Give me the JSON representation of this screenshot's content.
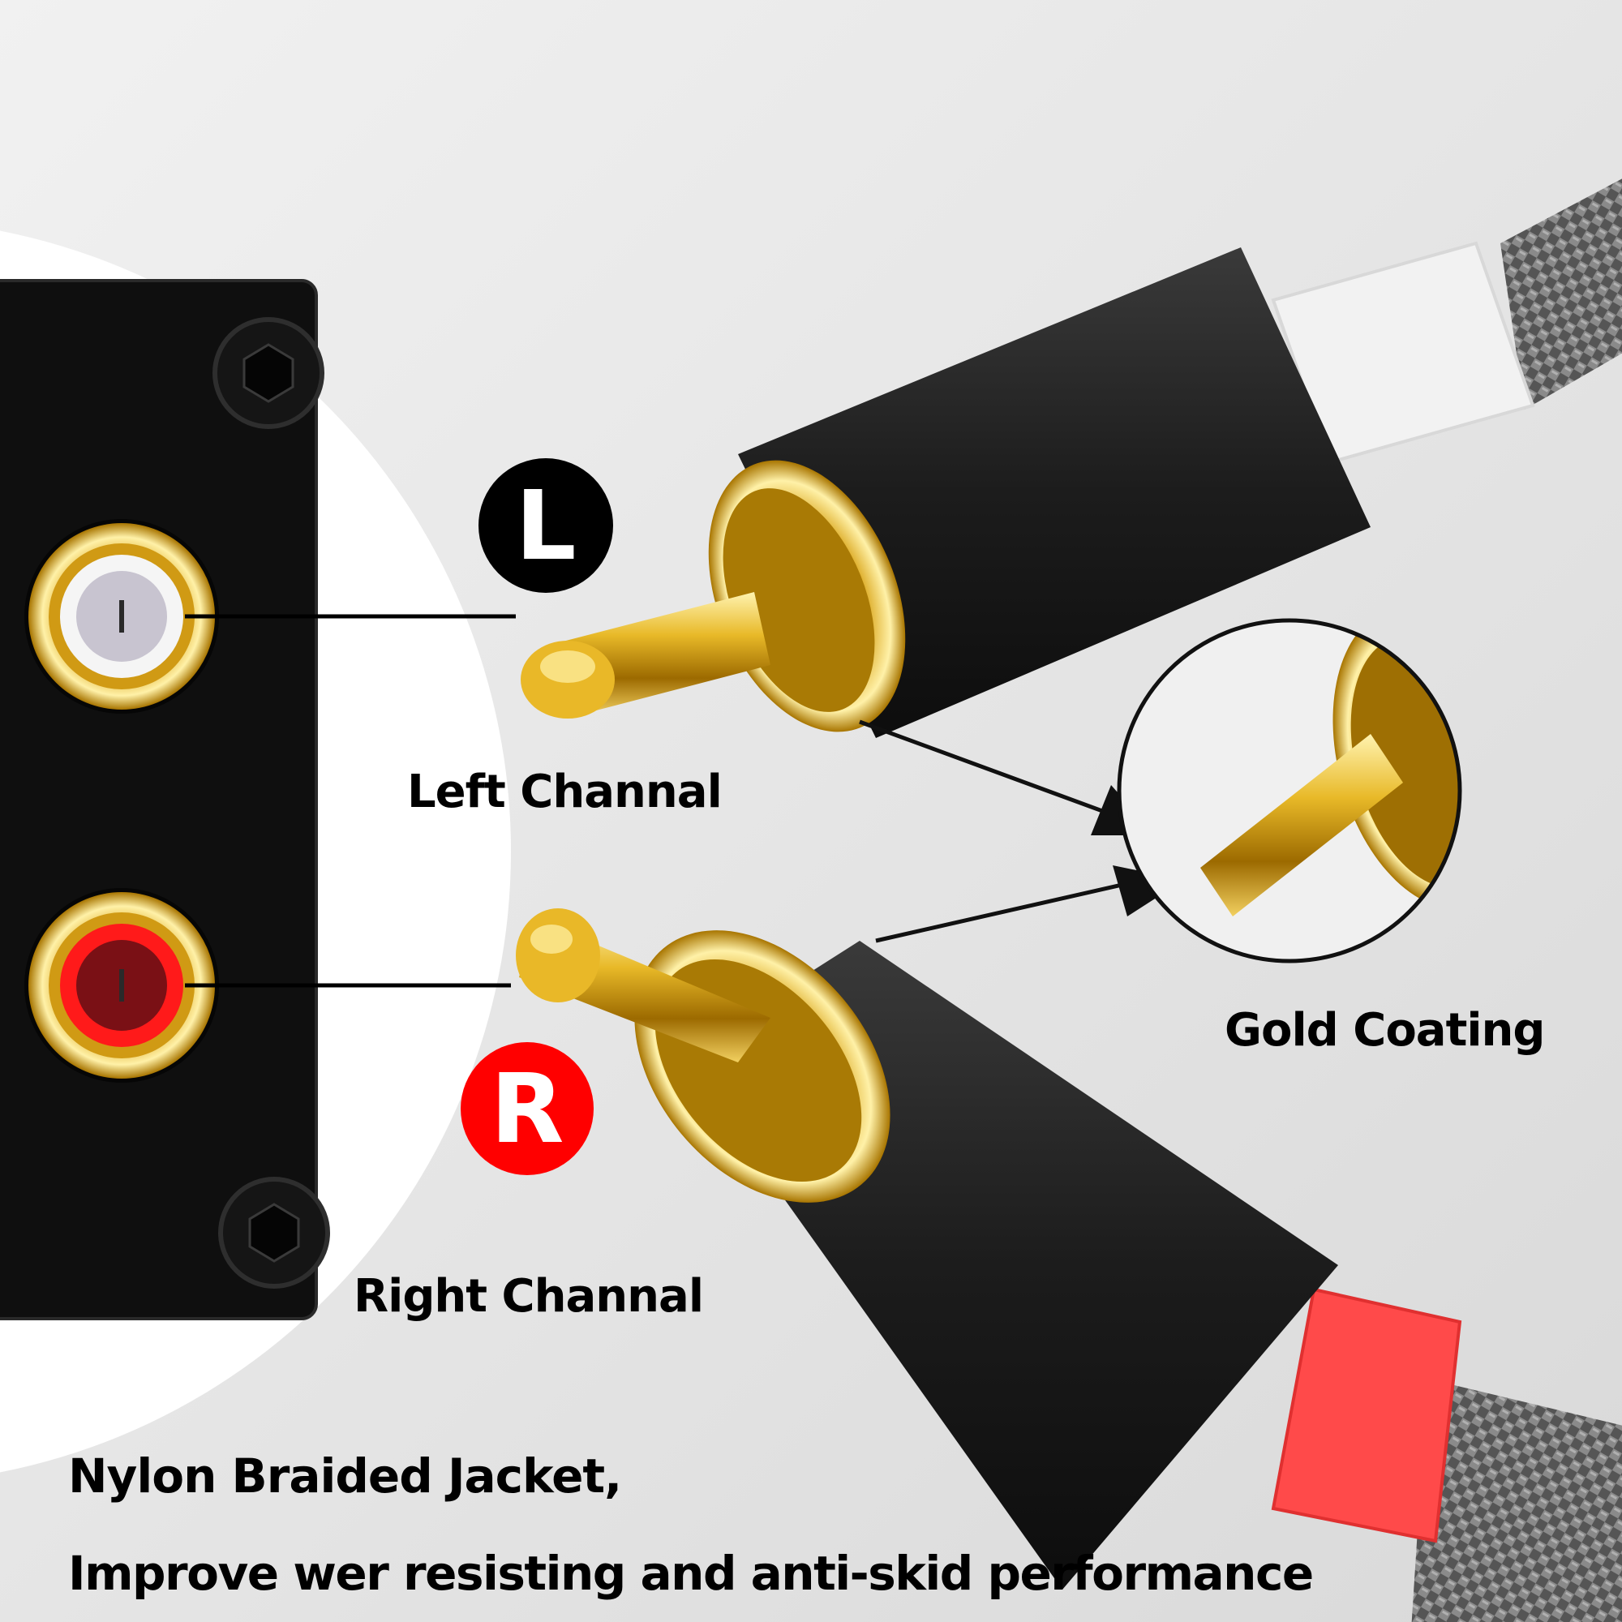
{
  "labels": {
    "left_badge": "L",
    "right_badge": "R",
    "left_channel": "Left Channal",
    "right_channel": "Right Channal",
    "gold_coating": "Gold Coating",
    "feature_line_1": "Nylon Braided Jacket,",
    "feature_line_2": "Improve wer resisting and anti-skid performance"
  },
  "colors": {
    "left_badge": "#000000",
    "right_badge": "#ff0000",
    "gold": "#d4a017",
    "plug_body": "#1f1f1f",
    "left_collar": "#f4f4f4",
    "right_collar": "#ff4a4a",
    "braid": "#6a6a6a"
  }
}
